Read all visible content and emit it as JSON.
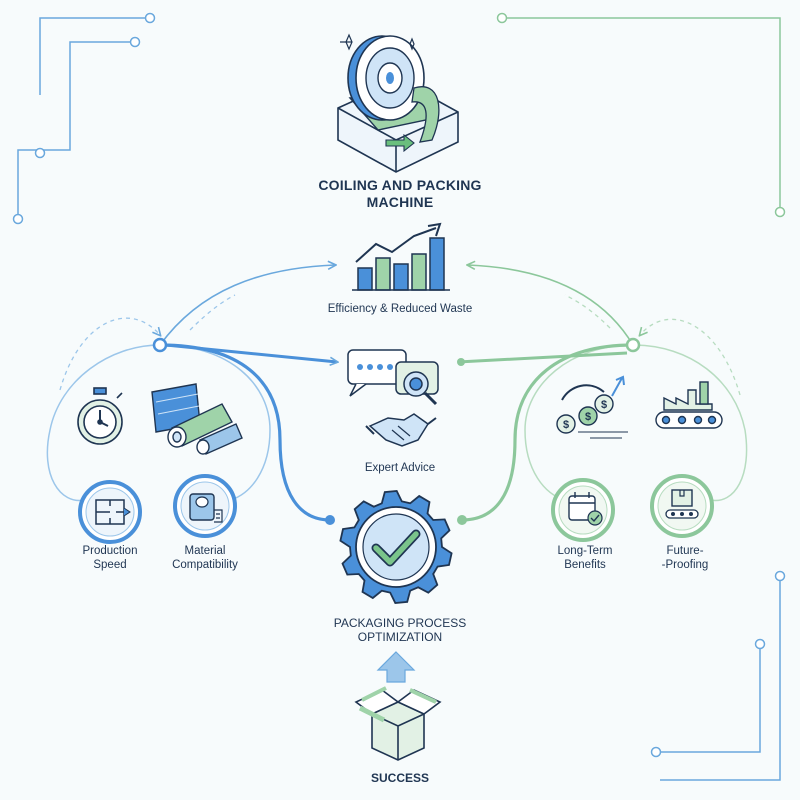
{
  "title": {
    "line1": "COILING AND PACKING",
    "line2": "MACHINE"
  },
  "nodes": {
    "efficiency": "Efficiency & Reduced Waste",
    "expert": "Expert Advice",
    "production_line1": "Production",
    "production_line2": "Speed",
    "material_line1": "Material",
    "material_line2": "Compatibility",
    "longterm_line1": "Long-Term",
    "longterm_line2": "Benefits",
    "future_line1": "Future-",
    "future_line2": "-Proofing",
    "optimization_line1": "PACKAGING PROCESS",
    "optimization_line2": "OPTIMIZATION",
    "success": "SUCCESS"
  },
  "icons": {
    "machine": "coil-machine-icon",
    "efficiency": "bar-chart-growth-icon",
    "expert": "chat-rating-handshake-icon",
    "stopwatch": "stopwatch-icon",
    "materials": "material-rolls-icon",
    "production": "floorplan-flow-icon",
    "compatibility": "tape-roll-icon",
    "money": "money-growth-icon",
    "factory": "factory-conveyor-icon",
    "calendar": "calendar-check-icon",
    "box_conveyor": "box-conveyor-icon",
    "gear": "gear-checkmark-icon",
    "success_box": "open-box-icon"
  },
  "colors": {
    "blue": "#4a90d9",
    "light_blue": "#9cc6ea",
    "green": "#8cc79b",
    "navy": "#1f3552"
  }
}
